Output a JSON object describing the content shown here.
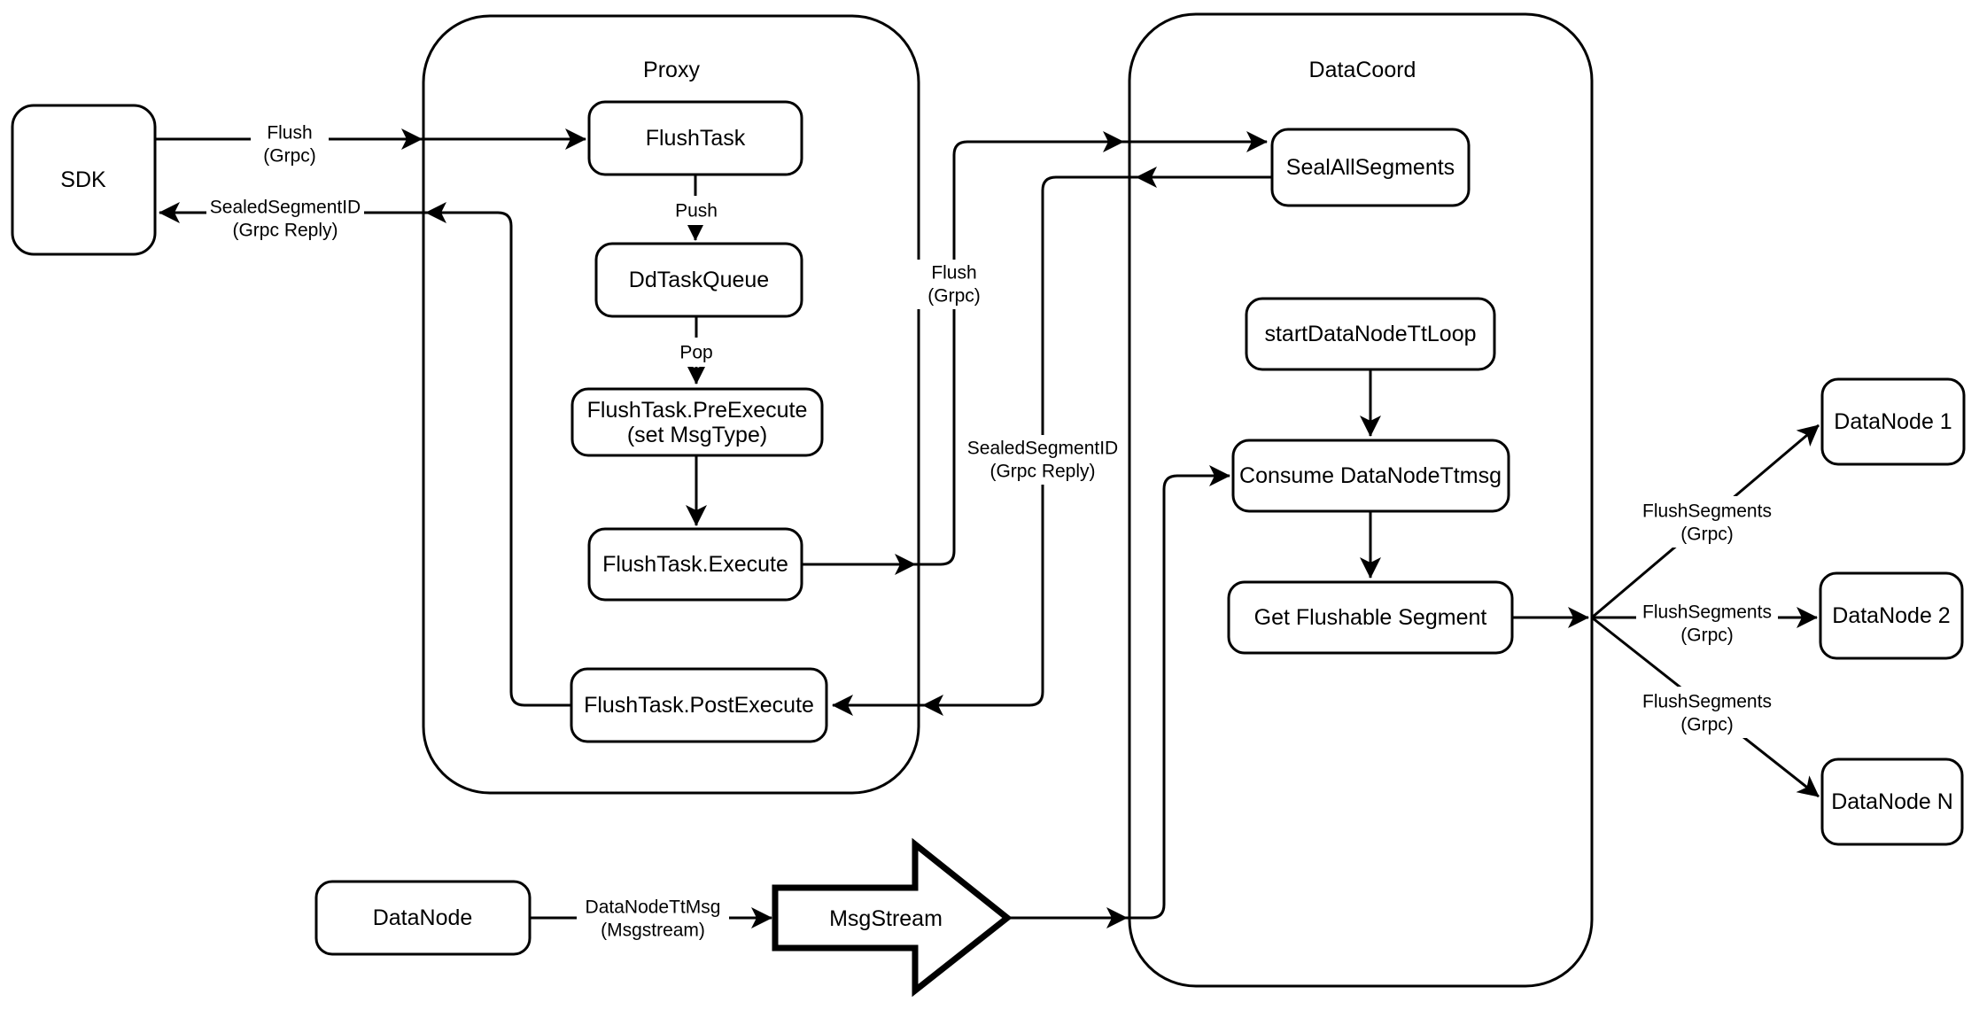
{
  "diagram": {
    "containers": {
      "proxy": {
        "title": "Proxy"
      },
      "datacoord": {
        "title": "DataCoord"
      }
    },
    "nodes": {
      "sdk": "SDK",
      "flush_task": "FlushTask",
      "dd_task_queue": "DdTaskQueue",
      "pre_execute_line1": "FlushTask.PreExecute",
      "pre_execute_line2": "(set MsgType)",
      "execute": "FlushTask.Execute",
      "post_execute": "FlushTask.PostExecute",
      "seal_all_segments": "SealAllSegments",
      "start_datanode_tt_loop": "startDataNodeTtLoop",
      "consume_datanode_ttmsg": "Consume DataNodeTtmsg",
      "get_flushable_segment": "Get Flushable Segment",
      "datanode_1": "DataNode 1",
      "datanode_2": "DataNode 2",
      "datanode_n": "DataNode N",
      "datanode_source": "DataNode",
      "msgstream": "MsgStream"
    },
    "edges": {
      "flush_sdk_line1": "Flush",
      "flush_sdk_line2": "(Grpc)",
      "sealed_sdk_line1": "SealedSegmentID",
      "sealed_sdk_line2": "(Grpc Reply)",
      "push": "Push",
      "pop": "Pop",
      "flush_mid_line1": "Flush",
      "flush_mid_line2": "(Grpc)",
      "sealed_mid_line1": "SealedSegmentID",
      "sealed_mid_line2": "(Grpc Reply)",
      "ttmsg_line1": "DataNodeTtMsg",
      "ttmsg_line2": "(Msgstream)",
      "flush_segments_1_line1": "FlushSegments",
      "flush_segments_1_line2": "(Grpc)",
      "flush_segments_2_line1": "FlushSegments",
      "flush_segments_2_line2": "(Grpc)",
      "flush_segments_3_line1": "FlushSegments",
      "flush_segments_3_line2": "(Grpc)"
    },
    "colors": {
      "line": "#000000",
      "fill": "#ffffff",
      "bg": "#ffffff"
    }
  }
}
